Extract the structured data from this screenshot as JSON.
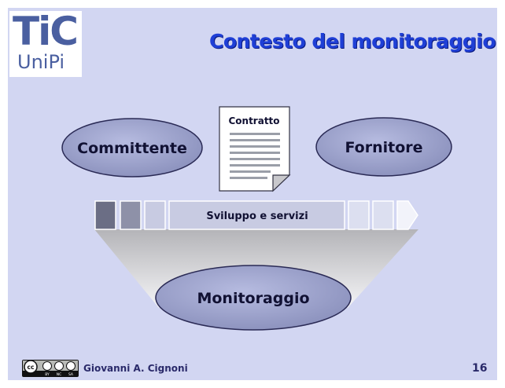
{
  "slide": {
    "title": "Contesto del monitoraggio",
    "logo_top": "TiC",
    "logo_bottom": "UniPi",
    "author": "Giovanni A. Cignoni",
    "page_number": "16"
  },
  "diagram": {
    "nodes": {
      "committente": "Committente",
      "fornitore": "Fornitore",
      "contratto": "Contratto",
      "monitoraggio": "Monitoraggio"
    },
    "process_bar": {
      "label": "Sviluppo e servizi"
    }
  },
  "license": {
    "badge": "cc",
    "terms": [
      "BY",
      "NC",
      "SA"
    ]
  },
  "colors": {
    "background": "#d2d6f2",
    "title": "#1f3fd6",
    "ellipse_fill": "#9aa0c8",
    "dark_block": "#6b6e85",
    "mid_block": "#8e91a8",
    "light_block": "#c8cbe2"
  }
}
